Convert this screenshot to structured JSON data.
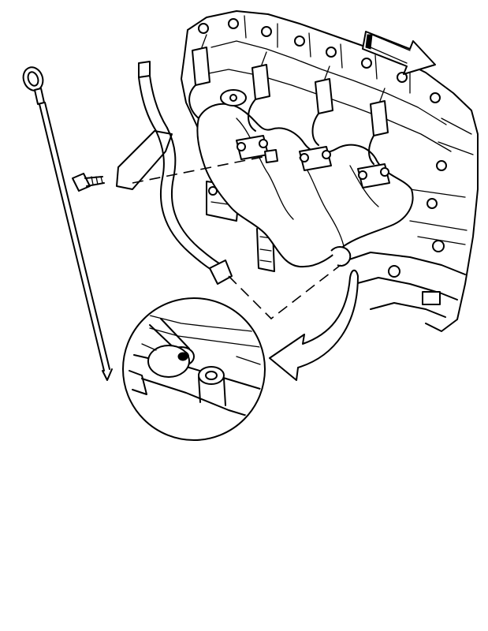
{
  "diagram": {
    "background": "#ffffff",
    "line_color": "#000000",
    "components": [
      {
        "name": "oil-level-indicator"
      },
      {
        "name": "oil-level-indicator-tube"
      },
      {
        "name": "tube-bolt"
      },
      {
        "name": "engine-block"
      },
      {
        "name": "exhaust-manifold"
      },
      {
        "name": "detail-inset"
      }
    ],
    "icons": [
      "direction-arrow-icon",
      "curved-callout-arrow-icon"
    ]
  }
}
